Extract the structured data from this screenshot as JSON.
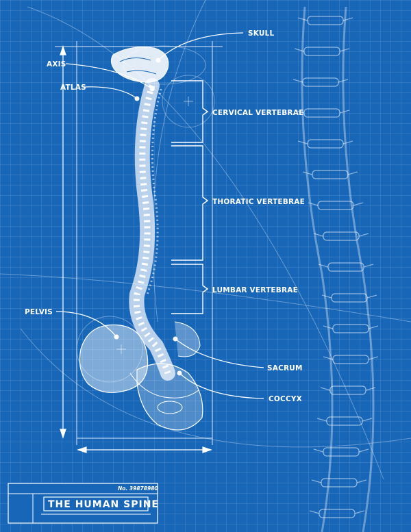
{
  "labels": {
    "skull": "SKULL",
    "axis": "AXIS",
    "atlas": "ATLAS",
    "cervical": "CERVICAL VERTEBRAE",
    "thoratic": "THORATIC VERTEBRAE",
    "lumbar": "LUMBAR VERTEBRAE",
    "pelvis": "PELVIS",
    "sacrum": "SACRUM",
    "coccyx": "COCCYX"
  },
  "title_block": {
    "number": "No. 39878980",
    "title": "THE HUMAN SPINE"
  },
  "colors": {
    "background": "#1766b8",
    "line": "#ffffff"
  }
}
